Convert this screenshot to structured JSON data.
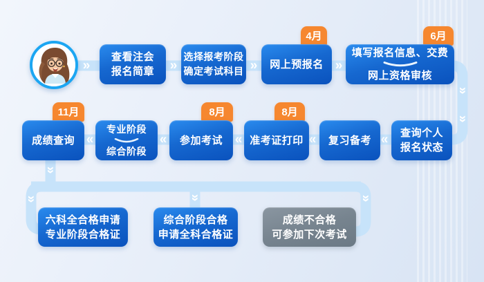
{
  "palette": {
    "background_from": "#F2F6FC",
    "background_to": "#D8E4F4",
    "box_blue_from": "#2A8BEE",
    "box_blue_to": "#0A52BD",
    "box_gray": "#77848F",
    "badge_orange": "#F6872F",
    "connector_band": "#C7E3FA",
    "chevron_white": "#FFFFFF",
    "avatar_ring_blue": "#1CA6F2"
  },
  "icons": {
    "chevron_right": "»",
    "chevron_left": "«",
    "chevron_down": "»"
  },
  "steps": {
    "view_brochure": {
      "line1": "查看注会",
      "line2": "报名简章"
    },
    "choose_stage": {
      "line1": "选择报考阶段",
      "line2": "确定考试科目"
    },
    "pre_register": {
      "label": "网上预报名",
      "badge": "4月"
    },
    "fill_info": {
      "line1": "填写报名信息、交费",
      "line2": "网上资格审核",
      "badge": "6月"
    },
    "check_status": {
      "line1": "查询个人",
      "line2": "报名状态"
    },
    "review": {
      "label": "复习备考"
    },
    "print_ticket": {
      "label": "准考证打印",
      "badge": "8月"
    },
    "take_exam": {
      "label": "参加考试",
      "badge": "8月"
    },
    "stages": {
      "line1": "专业阶段",
      "line2": "综合阶段"
    },
    "score_query": {
      "label": "成绩查询",
      "badge": "11月"
    },
    "pro_cert": {
      "line1": "六科全合格申请",
      "line2": "专业阶段合格证"
    },
    "full_cert": {
      "line1": "综合阶段合格",
      "line2": "申请全科合格证"
    },
    "fail_retry": {
      "line1": "成绩不合格",
      "line2": "可参加下次考试"
    }
  }
}
